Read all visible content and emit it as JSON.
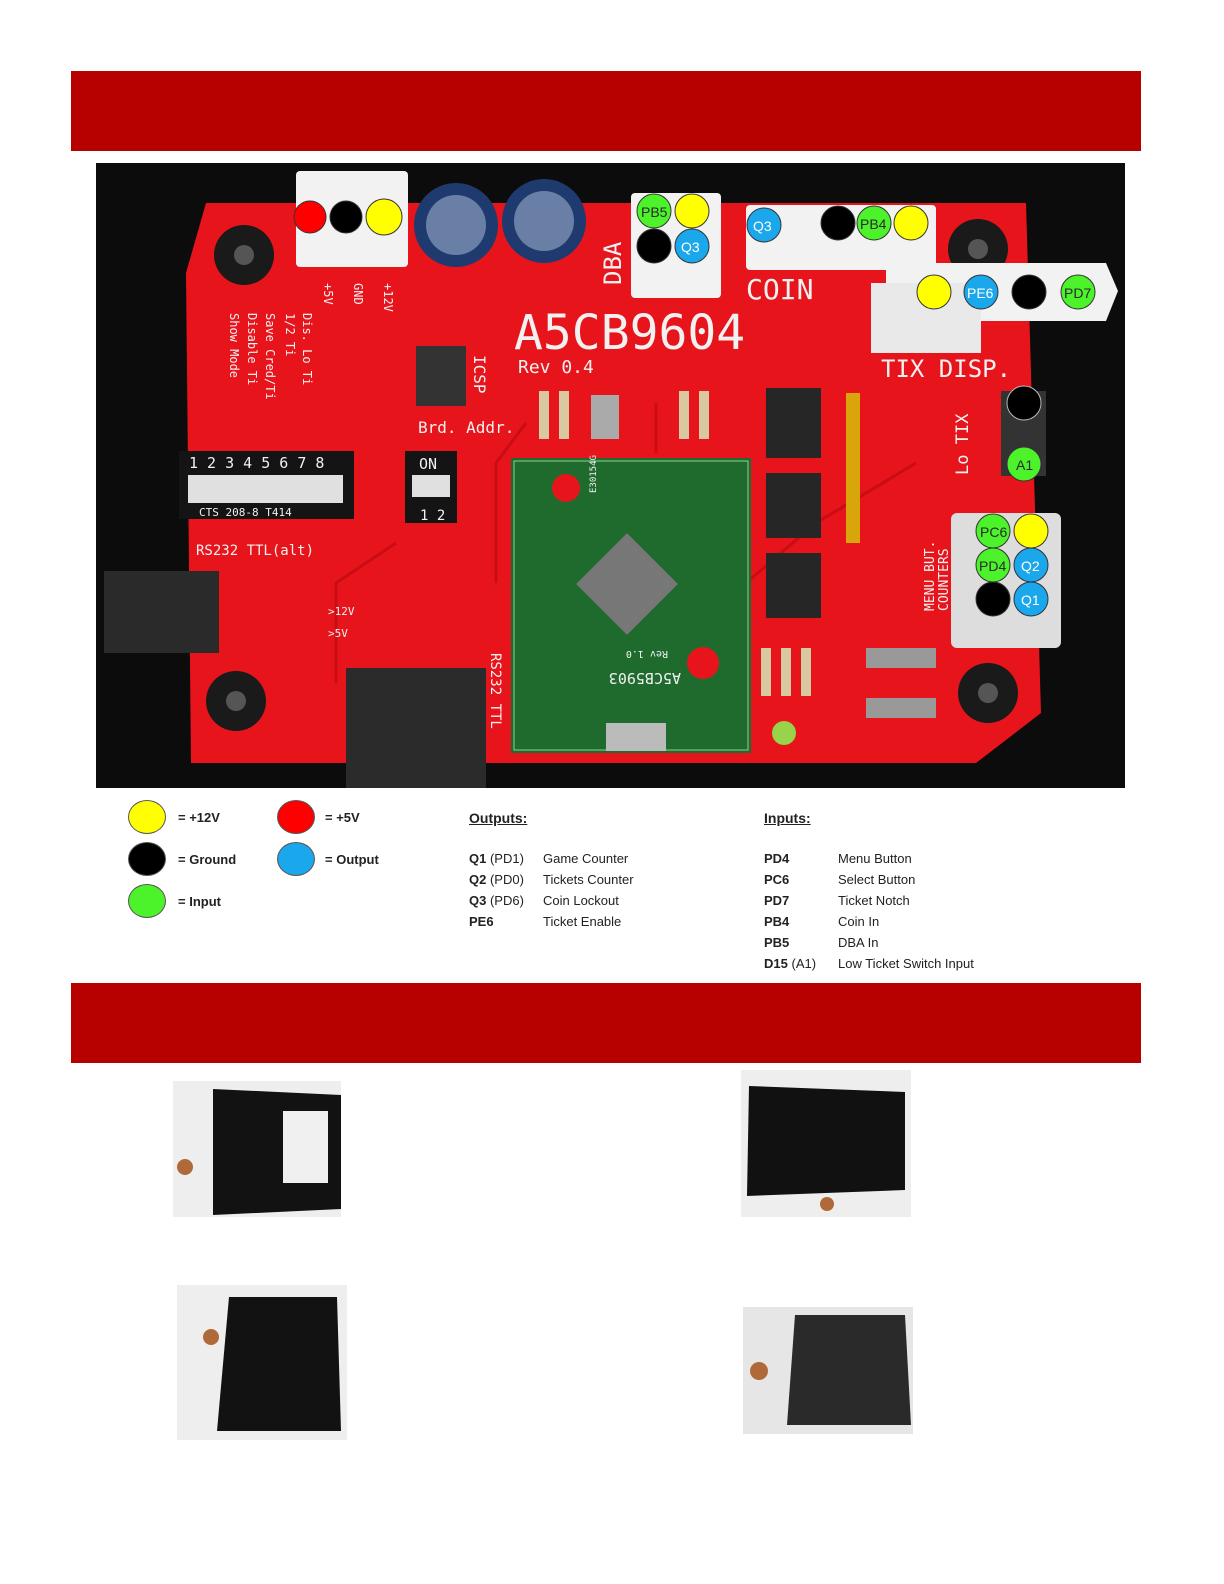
{
  "board": {
    "name": "A5CB9604",
    "revision": "Rev 0.4",
    "power_labels": [
      "+5V",
      "GND",
      "+12V"
    ],
    "silkscreen": {
      "dba": "DBA",
      "coin": "COIN",
      "tix_disp": "TIX DISP.",
      "icsp": "ICSP",
      "brd_addr": "Brd. Addr.",
      "on": "ON",
      "dip_small_numbers": "1 2",
      "dip_numbers": "1 2 3 4 5 6 7 8",
      "dip_part": "CTS 208-8 T414",
      "rs232_alt": "RS232 TTL(alt)",
      "rs232_ttl": "RS232 TTL",
      "v12": ">12V",
      "v5": ">5V",
      "lo_tix": "Lo TIX",
      "menu_but": "MENU BUT.",
      "counters": "COUNTERS",
      "dip_functions": [
        "Dis. Lo Ti",
        "1/2 Ti",
        "Save Cred/Ti",
        "Disable Ti",
        "Show Mode"
      ],
      "module_name": "A5CB5903",
      "module_rev": "Rev 1.0",
      "module_chip": "E30154G"
    },
    "pins": {
      "dba": [
        "PB5",
        "Q3"
      ],
      "coin": [
        "Q3",
        "PB4"
      ],
      "tix": [
        "PE6",
        "PD7"
      ],
      "lo_tix": "A1",
      "menu": [
        "PC6",
        "PD4",
        "Q2",
        "Q1"
      ]
    }
  },
  "colors": {
    "banner": "#b70000",
    "pcb": "#e8141c",
    "plus12v": "#ffff00",
    "plus5v": "#ff0000",
    "ground": "#000000",
    "output": "#1aa7ec",
    "input": "#4cf22a"
  },
  "legend": [
    {
      "label": "= +12V",
      "color": "yellow"
    },
    {
      "label": "= +5V",
      "color": "red"
    },
    {
      "label": "= Ground",
      "color": "black"
    },
    {
      "label": "= Output",
      "color": "blue"
    },
    {
      "label": "= Input",
      "color": "green"
    }
  ],
  "outputs": {
    "heading": "Outputs:",
    "rows": [
      {
        "code": "Q1",
        "pin": "(PD1)",
        "desc": "Game Counter"
      },
      {
        "code": "Q2",
        "pin": "(PD0)",
        "desc": "Tickets Counter"
      },
      {
        "code": "Q3",
        "pin": "(PD6)",
        "desc": "Coin Lockout"
      },
      {
        "code": "PE6",
        "pin": "",
        "desc": "Ticket Enable"
      }
    ]
  },
  "inputs": {
    "heading": "Inputs:",
    "rows": [
      {
        "code": "PD4",
        "pin": "",
        "desc": "Menu Button"
      },
      {
        "code": "PC6",
        "pin": "",
        "desc": "Select Button"
      },
      {
        "code": "PD7",
        "pin": "",
        "desc": "Ticket Notch"
      },
      {
        "code": "PB4",
        "pin": "",
        "desc": "Coin In"
      },
      {
        "code": "PB5",
        "pin": "",
        "desc": "DBA In"
      },
      {
        "code": "D15",
        "pin": "(A1)",
        "desc": "Low Ticket Switch Input"
      }
    ]
  }
}
